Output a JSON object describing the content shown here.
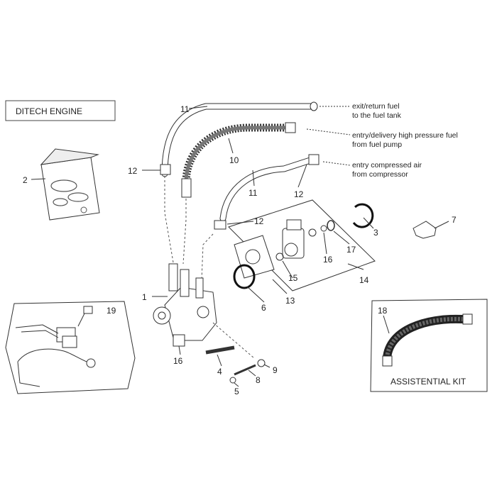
{
  "title_box": "DITECH ENGINE",
  "kit_box": "ASSISTENTIAL KIT",
  "callouts": {
    "n1": "1",
    "n2": "2",
    "n3": "3",
    "n4": "4",
    "n5": "5",
    "n6": "6",
    "n7": "7",
    "n8": "8",
    "n9": "9",
    "n10": "10",
    "n11a": "11",
    "n11b": "11",
    "n12a": "12",
    "n12b": "12",
    "n12c": "12",
    "n13": "13",
    "n14": "14",
    "n15": "15",
    "n16a": "16",
    "n16b": "16",
    "n17": "17",
    "n18": "18",
    "n19": "19"
  },
  "notes": {
    "exit_line1": "exit/return fuel",
    "exit_line2": "to the fuel tank",
    "entry_line1": "entry/delivery high pressure fuel",
    "entry_line2": "from fuel pump",
    "air_line1": "entry compressed air",
    "air_line2": "from compressor"
  }
}
